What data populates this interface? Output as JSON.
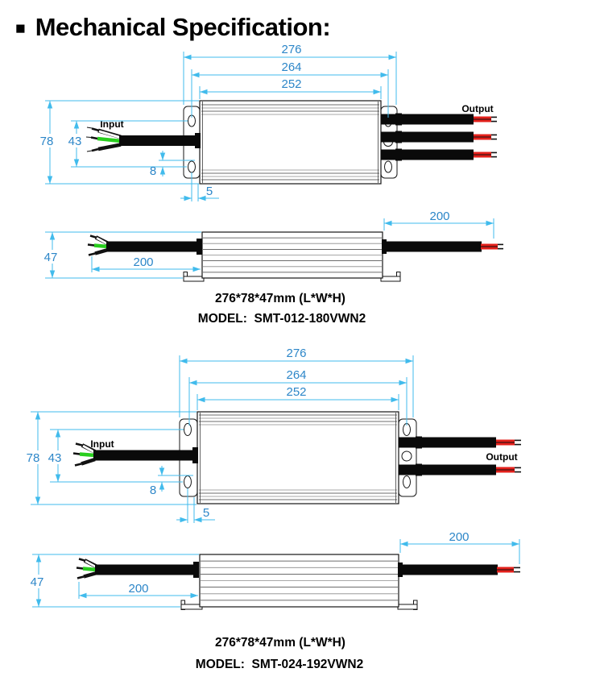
{
  "title": {
    "bullet_icon": "■",
    "text": "Mechanical Specification:"
  },
  "colors": {
    "dimension_line": "#41BBEC",
    "dimension_text": "#2C86C8",
    "drawing_outline": "#161616",
    "cable_black": "#0A0A0A",
    "wire_red": "#E3201B",
    "wire_green": "#29CE1E"
  },
  "sections": [
    {
      "top_view": {
        "overall_length": "276",
        "mount_hole_span_length": "264",
        "body_length": "252",
        "overall_width": "78",
        "mount_hole_span_width": "43",
        "hole_offset": "8",
        "flange_offset": "5",
        "input_label": "Input",
        "output_label": "Output",
        "output_cable_count": 3
      },
      "side_view": {
        "height": "47",
        "input_cable_length": "200",
        "output_cable_length": "200"
      },
      "caption": {
        "dimensions": "276*78*47mm (L*W*H)",
        "model": "MODEL:  SMT-012-180VWN2"
      }
    },
    {
      "top_view": {
        "overall_length": "276",
        "mount_hole_span_length": "264",
        "body_length": "252",
        "overall_width": "78",
        "mount_hole_span_width": "43",
        "hole_offset": "8",
        "flange_offset": "5",
        "input_label": "Input",
        "output_label": "Output",
        "output_cable_count": 2
      },
      "side_view": {
        "height": "47",
        "input_cable_length": "200",
        "output_cable_length": "200"
      },
      "caption": {
        "dimensions": "276*78*47mm (L*W*H)",
        "model": "MODEL:  SMT-024-192VWN2"
      }
    }
  ]
}
